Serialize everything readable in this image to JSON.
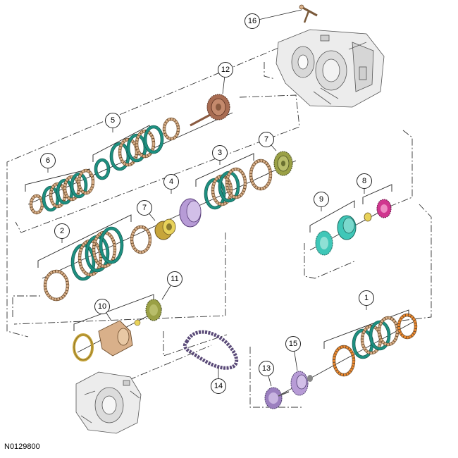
{
  "figure": {
    "code": "N0129800"
  },
  "callouts": [
    "1",
    "2",
    "3",
    "4",
    "5",
    "6",
    "7",
    "7",
    "8",
    "9",
    "10",
    "11",
    "12",
    "13",
    "14",
    "15",
    "16"
  ],
  "colors": {
    "teal": "#1e8f80",
    "tan": "#d9b08a",
    "tan_dark": "#a87a52",
    "purple": "#b79bd6",
    "olive": "#9aa045",
    "yellow": "#e8d25a",
    "orange": "#f08a2e",
    "magenta": "#d0368f",
    "aqua": "#3fc7b8",
    "copper": "#a86c52",
    "chain": "#5a4a78",
    "housing": "#e9e9e9"
  }
}
